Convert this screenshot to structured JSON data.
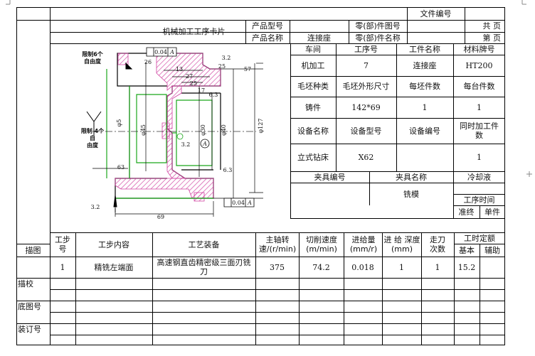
{
  "header": {
    "doc_no_label": "文件编号",
    "card_title": "机械加工工序卡片",
    "product_model_label": "产品型号",
    "product_name_label": "产品名称",
    "product_name_value": "连接座",
    "part_drawing_label": "零(部)件图号",
    "part_name_label": "零(部)件名称",
    "total_pages_label": "共  页",
    "page_label": "第  页"
  },
  "drawing": {
    "annotations": [
      "限制6个\n自由度",
      "限制 4个自\n由度",
      "0.04",
      "A",
      "0.04",
      "A",
      "A",
      "3.2",
      "3.2",
      "3.2",
      "6.3",
      "6.3",
      "69",
      "27",
      "25",
      "13",
      "17",
      "26",
      "25",
      "57",
      "63",
      "φ30",
      "φ45",
      "φ40",
      "φ127",
      "φ5"
    ]
  },
  "info": {
    "workshop_label": "车间",
    "op_no_label": "工序号",
    "op_name_label": "工件名称",
    "material_label": "材料牌号",
    "workshop": "机加工",
    "op_no": "7",
    "op_name": "连接座",
    "material": "HT200",
    "blank_type_label": "毛坯种类",
    "blank_size_label": "毛坯外形尺寸",
    "per_blank_label": "每坯件数",
    "per_unit_label": "每台件数",
    "blank_type": "铸件",
    "blank_size": "142*69",
    "per_blank": "1",
    "per_unit": "1",
    "equip_name_label": "设备名称",
    "equip_model_label": "设备型号",
    "equip_no_label": "设备编号",
    "simul_label": "同时加工件数",
    "equip_name": "立式钻床",
    "equip_model": "X62",
    "simul": "1",
    "fixture_no_label": "夹具编号",
    "fixture_name_label": "夹具名称",
    "coolant_label": "冷却液",
    "fixture_name": "铣模",
    "op_time_label": "工序时间",
    "prep_label": "准终",
    "unit_label": "单件"
  },
  "table": {
    "h_step": "工步号",
    "h_content": "工步内容",
    "h_equip": "工艺装备",
    "h_speed": "主轴转速/(r/min)",
    "h_cut": "切削速度(m/min)",
    "h_feed": "进给量(mm/r)",
    "h_depth": "进 给 深度(mm)",
    "h_passes": "走刀次数",
    "h_quota": "工时定额",
    "h_basic": "基本",
    "h_aux": "辅助",
    "row": {
      "step": "1",
      "content": "精铣左端面",
      "equip": "高速钢直齿精密级三面刃铣刀",
      "speed": "375",
      "cut": "74.2",
      "feed": "0.018",
      "depth": "1",
      "passes": "1",
      "basic": "15.2",
      "aux": ""
    }
  },
  "side": {
    "trace": "描图",
    "proof": "描校",
    "base_no": "底图号",
    "binding_no": "装订号"
  }
}
